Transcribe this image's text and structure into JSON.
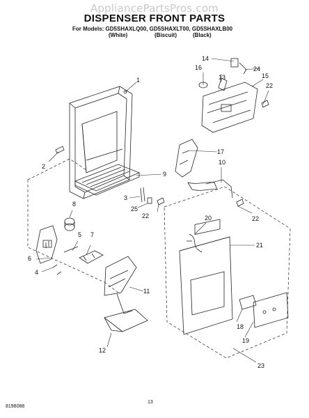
{
  "watermark": "AppliancePartsPros.com",
  "title": "DISPENSER FRONT PARTS",
  "models_line": "For Models: GD5SHAXLQ00, GD5SHAXLT00, GD5SHAXLB00",
  "finishes": [
    "(White)",
    "(Biscuit)",
    "(Black)"
  ],
  "callouts": [
    "1",
    "2",
    "3",
    "4",
    "5",
    "6",
    "7",
    "8",
    "9",
    "10",
    "11",
    "12",
    "13",
    "14",
    "15",
    "16",
    "17",
    "18",
    "19",
    "20",
    "21",
    "22",
    "22",
    "22",
    "23",
    "24",
    "25"
  ],
  "footer": {
    "doc_number": "8198088",
    "page": "13"
  }
}
